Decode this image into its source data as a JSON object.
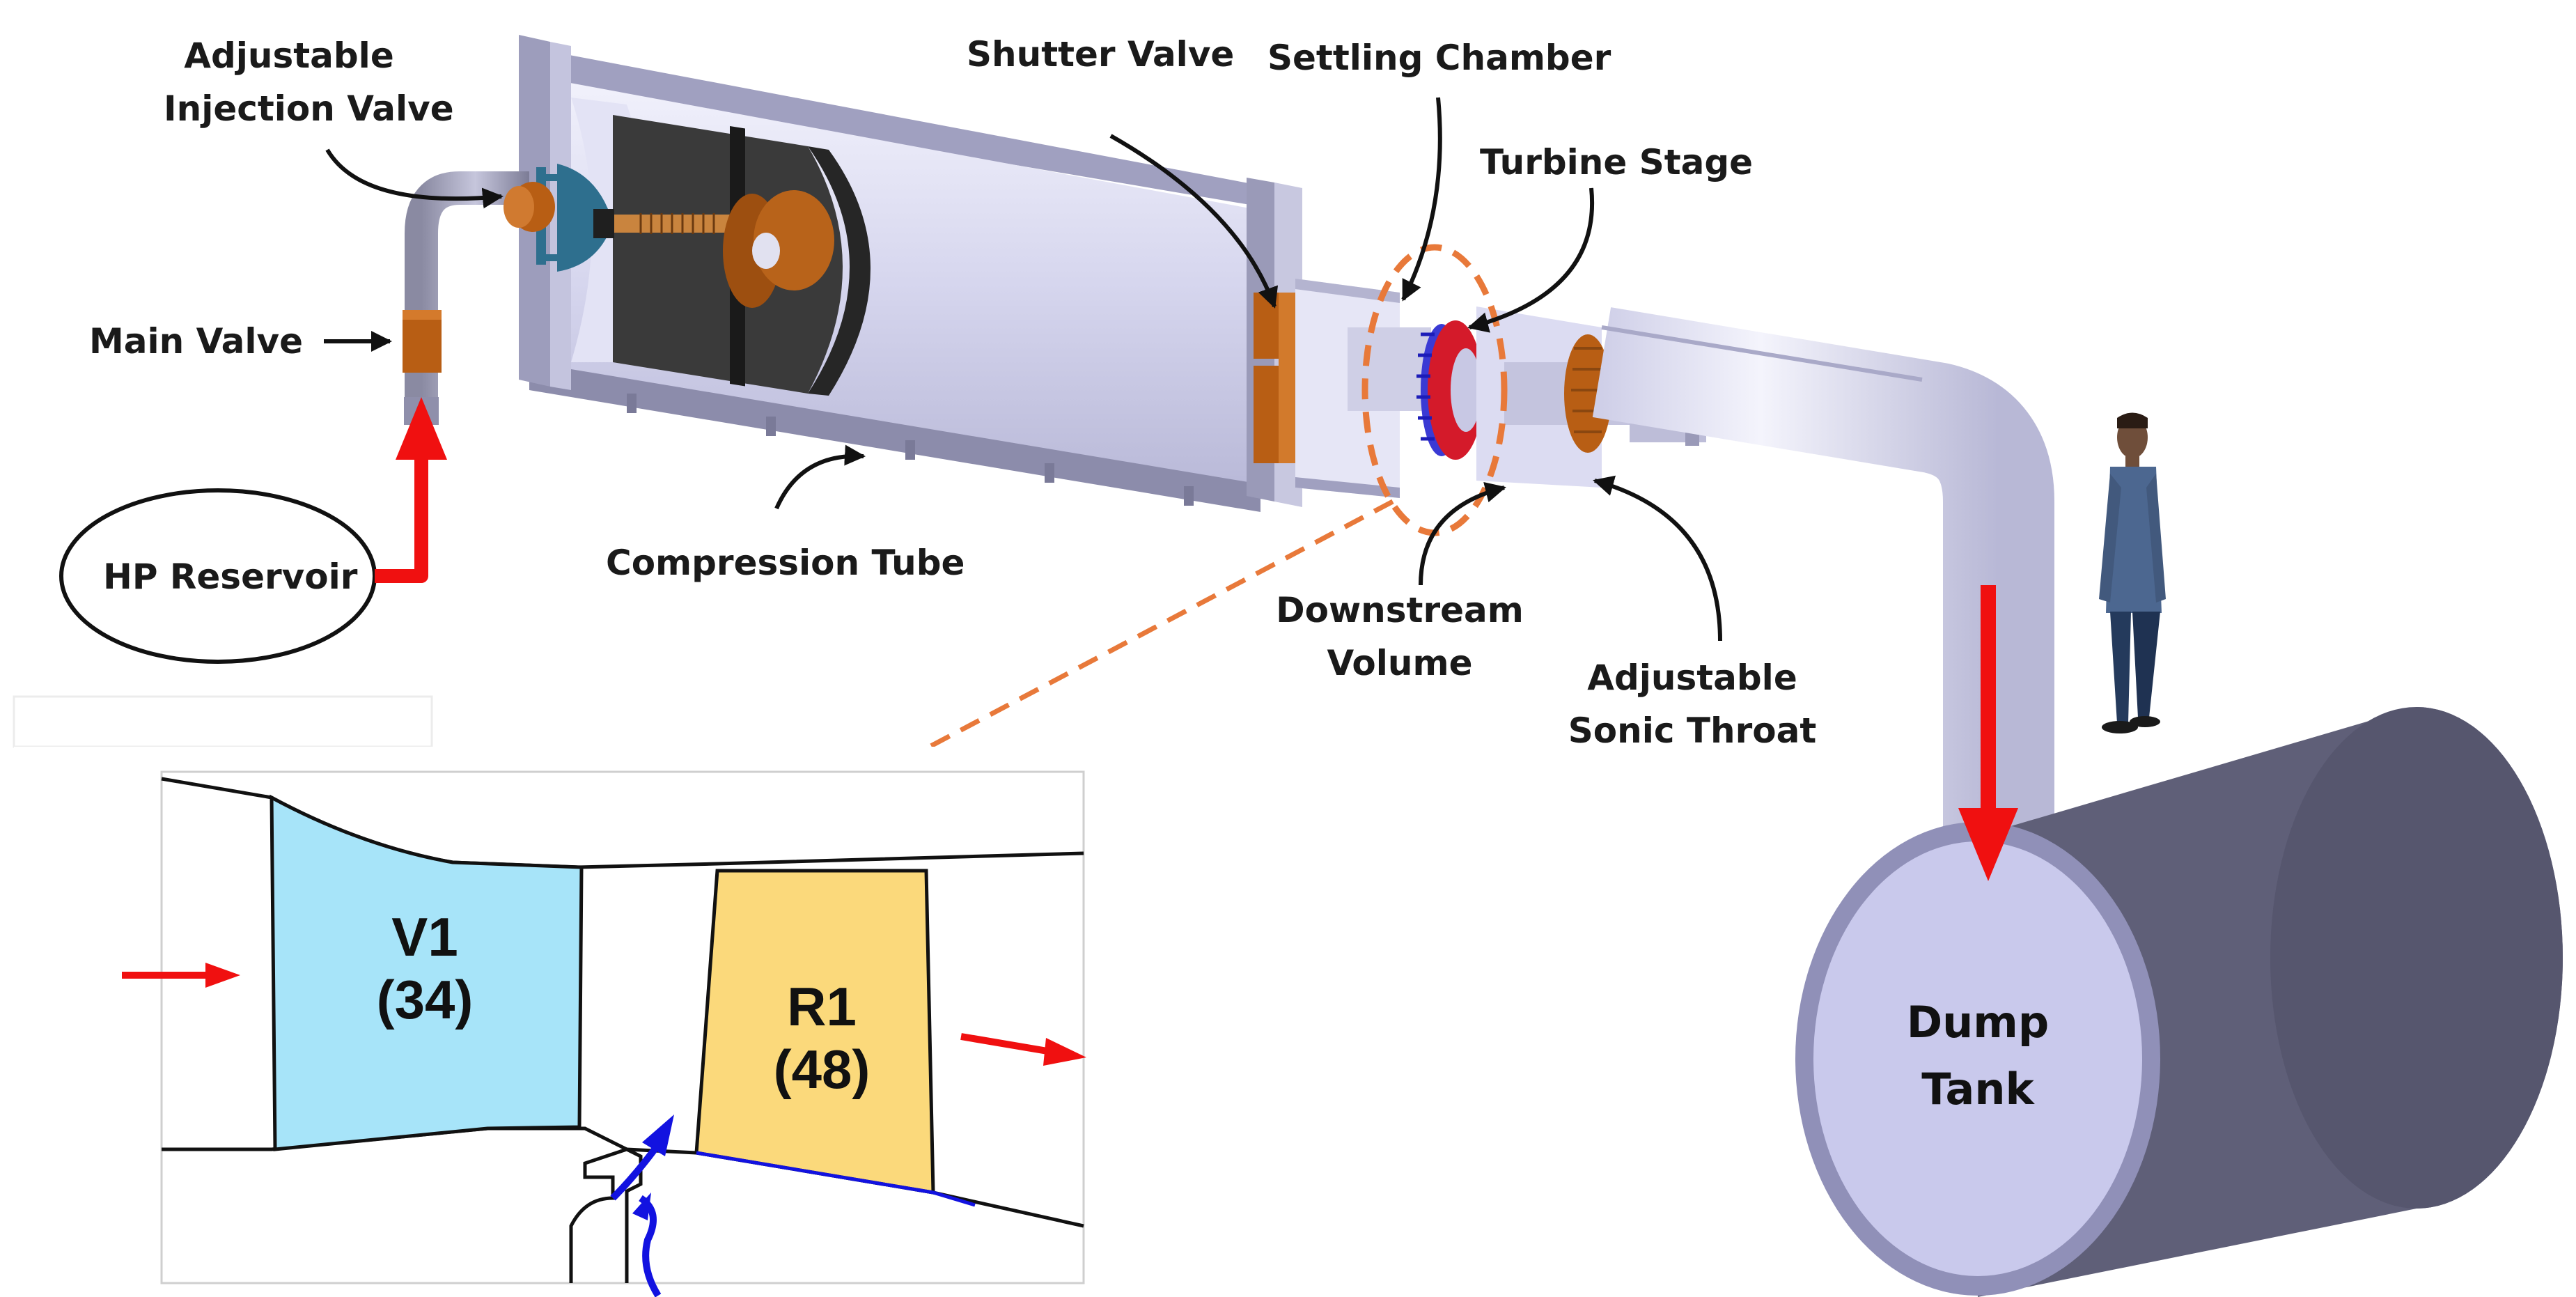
{
  "labels": {
    "adjustable_injection_valve": [
      "Adjustable",
      "Injection Valve"
    ],
    "main_valve": "Main Valve",
    "hp_reservoir": "HP Reservoir",
    "compression_tube": "Compression Tube",
    "shutter_valve": "Shutter Valve",
    "settling_chamber": "Settling Chamber",
    "turbine_stage": "Turbine Stage",
    "downstream_volume": [
      "Downstream",
      "Volume"
    ],
    "adjustable_sonic_throat": [
      "Adjustable",
      "Sonic Throat"
    ],
    "dump_tank": [
      "Dump",
      "Tank"
    ]
  },
  "inset": {
    "vane": {
      "name": "V1",
      "count": "(34)"
    },
    "rotor": {
      "name": "R1",
      "count": "(48)"
    }
  },
  "colors": {
    "flow_arrow": "#f01010",
    "coolant_arrow": "#1212e0",
    "zoom_callout": "#e8793a",
    "vane_fill": "#a7e4f9",
    "rotor_fill": "#fbd97b",
    "pipe": "#e4e4f6",
    "tube_interior": "#dcdcf3",
    "tank_side": "#5f5f78",
    "tank_face": "#c9c9ec",
    "copper": "#b85e14",
    "dark_piston": "#3a3a3a",
    "disc_blue": "#2e6f8e"
  }
}
